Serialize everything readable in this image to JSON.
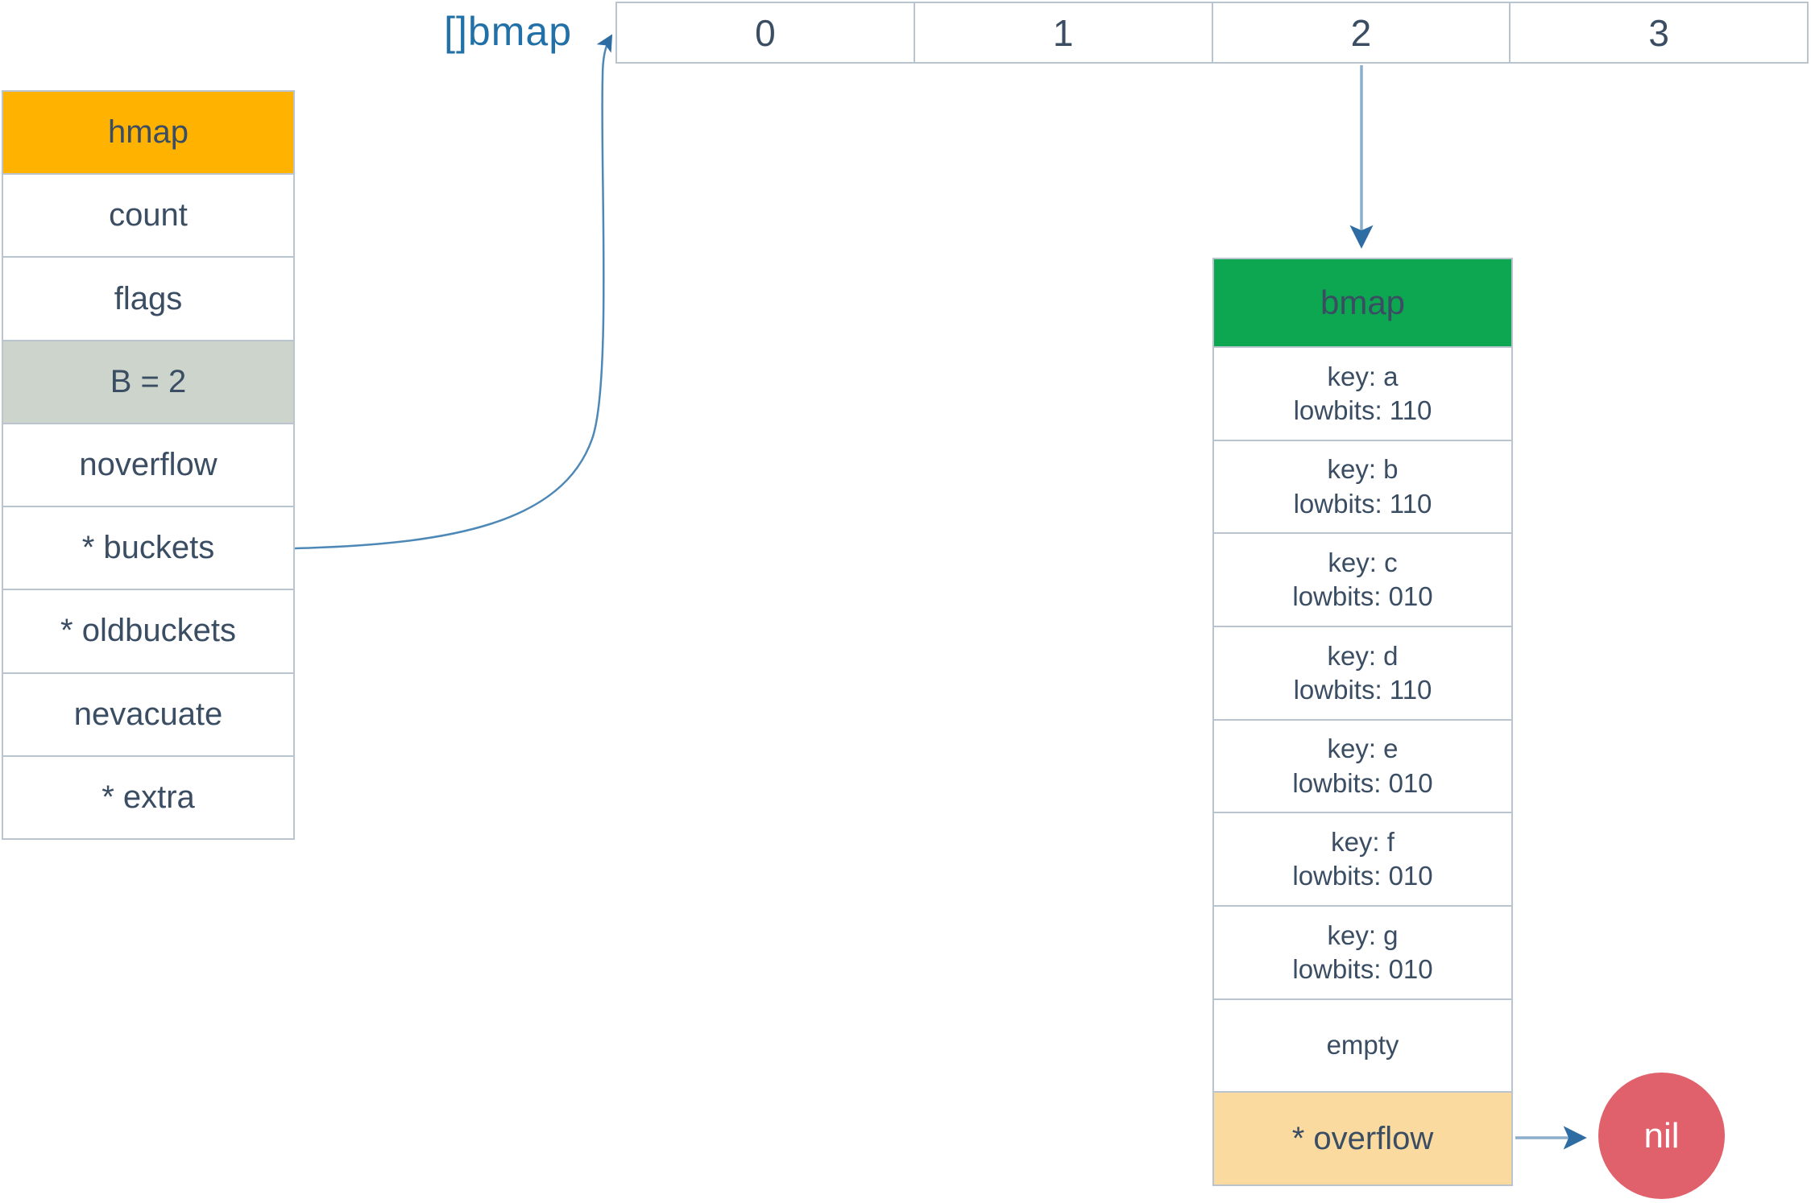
{
  "hmap": {
    "header": "hmap",
    "rows": [
      "count",
      "flags",
      "B = 2",
      "noverflow",
      "* buckets",
      "* oldbuckets",
      "nevacuate",
      "* extra"
    ]
  },
  "bucket_array": {
    "label": "[]bmap",
    "cells": [
      "0",
      "1",
      "2",
      "3"
    ]
  },
  "bmap": {
    "header": "bmap",
    "entries": [
      {
        "key": "key: a",
        "lowbits": "lowbits: 110"
      },
      {
        "key": "key: b",
        "lowbits": "lowbits: 110"
      },
      {
        "key": "key: c",
        "lowbits": "lowbits: 010"
      },
      {
        "key": "key: d",
        "lowbits": "lowbits: 110"
      },
      {
        "key": "key: e",
        "lowbits": "lowbits: 010"
      },
      {
        "key": "key: f",
        "lowbits": "lowbits: 010"
      },
      {
        "key": "key: g",
        "lowbits": "lowbits: 010"
      }
    ],
    "empty_label": "empty",
    "overflow_label": "* overflow"
  },
  "nil_node": {
    "label": "nil"
  },
  "colors": {
    "hmap-header-bg": "#FFB300",
    "b-row-bg": "#CCD4CB",
    "bmap-header-bg": "#0CA750",
    "overflow-bg": "#FBDA9F",
    "nil-bg": "#E0616B",
    "text-navy": "#3A4D63",
    "label-blue": "#2270A8",
    "line-gray": "#BAC4CE",
    "arrow-light": "#8CAECD",
    "arrow-curve": "#4E88B6",
    "arrow-head": "#2E6DA4"
  }
}
